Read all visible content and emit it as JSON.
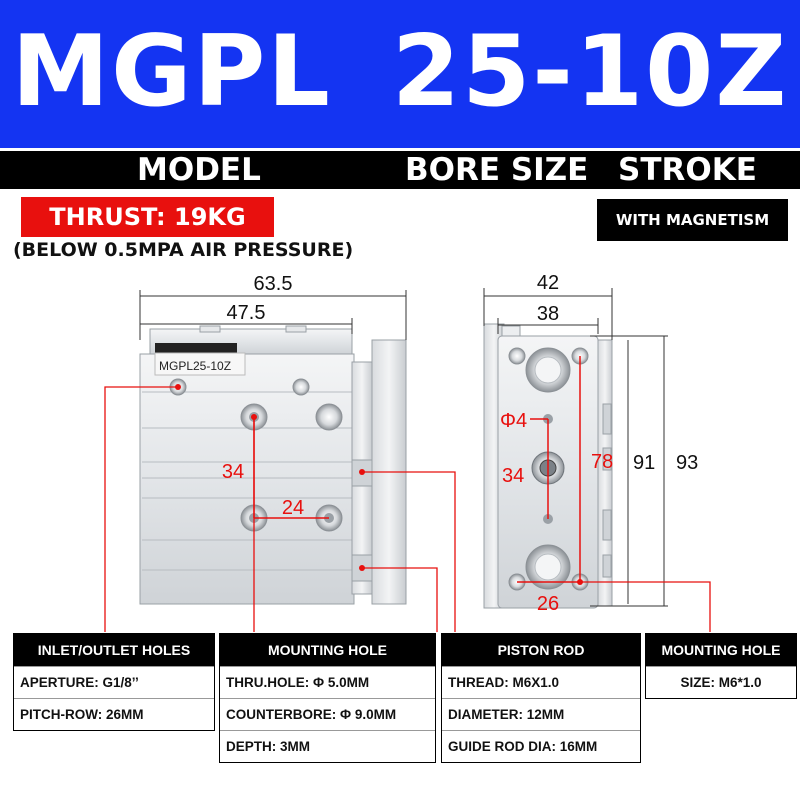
{
  "banner": {
    "title": "MGPL 25-10Z",
    "background": "#1434f2"
  },
  "bar": {
    "model": "MODEL",
    "bore_size": "BORE SIZE",
    "stroke": "STROKE"
  },
  "thrust": "THRUST: 19KG",
  "pressure_note": "(BELOW 0.5MPA AIR PRESSURE)",
  "magnetism": "WITH MAGNETISM",
  "drawing": {
    "label_plate": "MGPL25-10Z",
    "side_dims": [
      "63.5",
      "47.5",
      "34",
      "24"
    ],
    "front_dims": [
      "42",
      "38",
      "Φ4",
      "34",
      "78",
      "91",
      "93",
      "26"
    ],
    "dim_color": "#e8100e"
  },
  "specs": {
    "inlet": {
      "title": "INLET/OUTLET HOLES",
      "rows": [
        "APERTURE: G1/8’’",
        "PITCH-ROW: 26MM"
      ]
    },
    "mount_side": {
      "title": "MOUNTING HOLE",
      "rows": [
        "THRU.HOLE: Φ 5.0MM",
        "COUNTERBORE: Φ 9.0MM",
        "DEPTH: 3MM"
      ]
    },
    "piston": {
      "title": "PISTON ROD",
      "rows": [
        "THREAD: M6X1.0",
        "DIAMETER: 12MM",
        "GUIDE ROD DIA: 16MM"
      ]
    },
    "mount_front": {
      "title": "MOUNTING HOLE",
      "rows": [
        "SIZE: M6*1.0"
      ]
    }
  }
}
